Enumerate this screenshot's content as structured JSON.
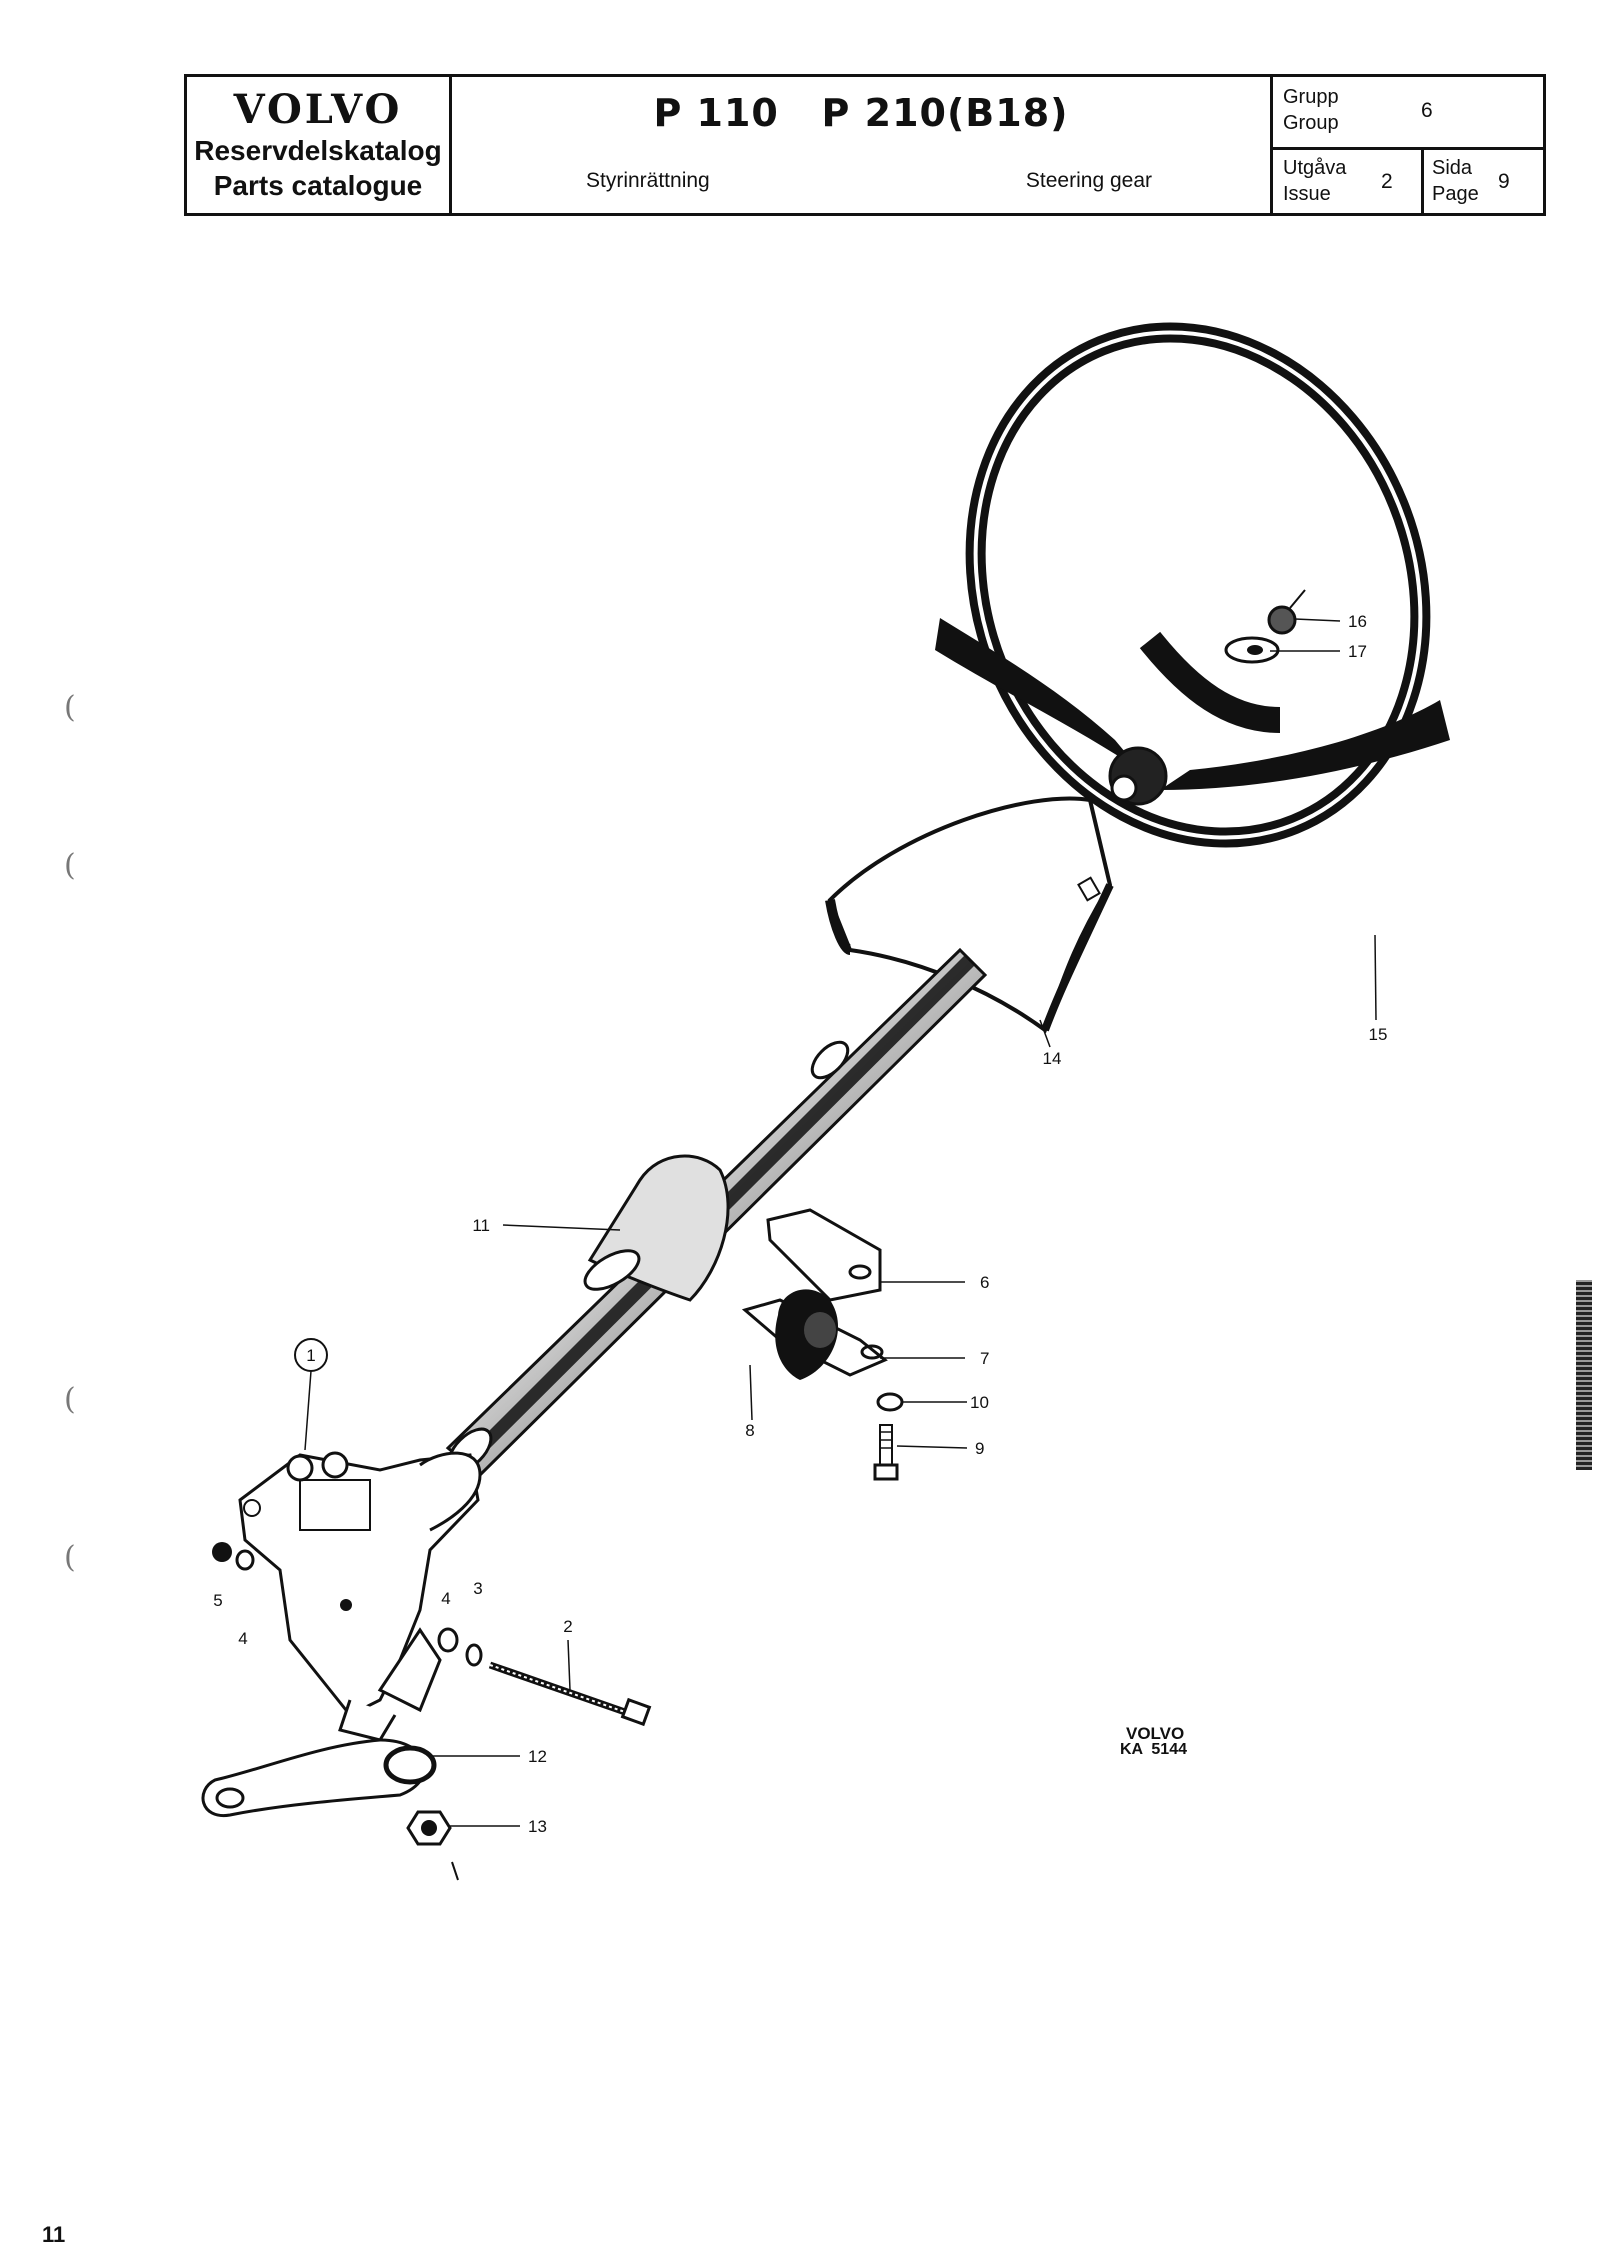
{
  "header": {
    "brand": "VOLVO",
    "catalog_sv": "Reservdelskatalog",
    "catalog_en": "Parts catalogue",
    "model": "P 110   P 210(B18)",
    "title_sv": "Styrinrättning",
    "title_en": "Steering gear",
    "group_label_sv": "Grupp",
    "group_label_en": "Group",
    "group_value": "6",
    "issue_label_sv": "Utgåva",
    "issue_label_en": "Issue",
    "issue_value": "2",
    "page_label_sv": "Sida",
    "page_label_en": "Page",
    "page_value": "9"
  },
  "callouts": [
    "1",
    "2",
    "3",
    "4",
    "4",
    "5",
    "6",
    "7",
    "8",
    "9",
    "10",
    "11",
    "12",
    "13",
    "14",
    "15",
    "16",
    "17"
  ],
  "stamp": {
    "brand": "VOLVO",
    "code": "KA  5144"
  },
  "edge_marks": [
    "(",
    "(",
    "(",
    "("
  ],
  "page_number": "11",
  "colors": {
    "ink": "#111111",
    "paper": "#ffffff"
  }
}
